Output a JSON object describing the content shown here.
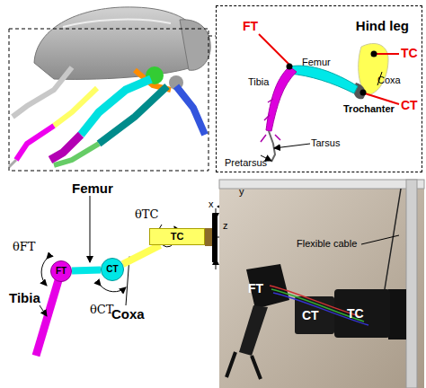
{
  "diagram": {
    "nodes": [
      {
        "text": [
          "Hind leg"
        ]
      },
      {
        "text": [
          "FT"
        ]
      },
      {
        "text": [
          "CT"
        ]
      },
      {
        "text": [
          "TC"
        ]
      }
    ],
    "edges": [
      {
        "from": 1,
        "to": 2,
        "arrow": "none"
      },
      {
        "from": 2,
        "to": 3,
        "arrow": "none"
      }
    ],
    "labels": [
      "FT",
      "TC",
      "CT",
      "Femur",
      "Coxa",
      "Tibia",
      "Trochanter",
      "Tarsus",
      "Pretarsus",
      "y",
      "x",
      "z",
      "Femur",
      "θTC",
      "Coxa",
      "θFT",
      "θCT",
      "Tibia",
      "Flexible cable",
      "FT",
      "CT",
      "TC"
    ]
  }
}
